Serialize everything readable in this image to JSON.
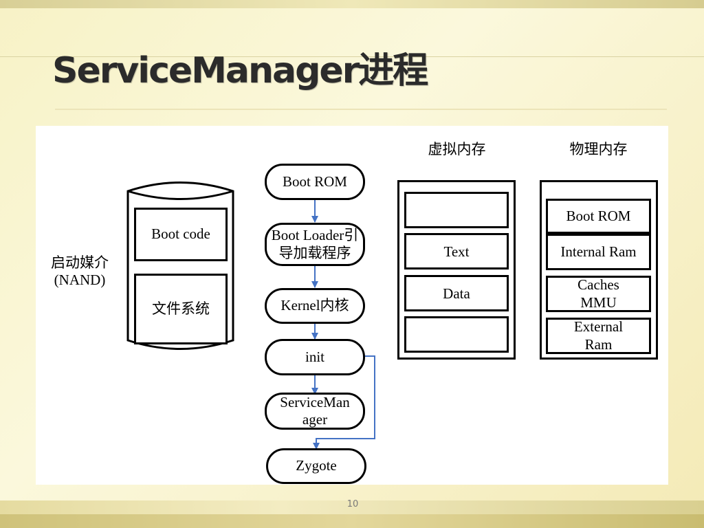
{
  "slide": {
    "title": "ServiceManager进程",
    "page_number": "10"
  },
  "diagram": {
    "storage": {
      "label_line1": "启动媒介",
      "label_line2": "(NAND)",
      "boot_code": "Boot code",
      "file_system": "文件系统"
    },
    "flow": {
      "boot_rom": "Boot ROM",
      "boot_loader_line1": "Boot Loader引",
      "boot_loader_line2": "导加载程序",
      "kernel": "Kernel内核",
      "init": "init",
      "service_manager_line1": "ServiceMan",
      "service_manager_line2": "ager",
      "zygote": "Zygote"
    },
    "virtual_memory": {
      "heading": "虚拟内存",
      "segments": [
        "",
        "Text",
        "Data",
        ""
      ]
    },
    "physical_memory": {
      "heading": "物理内存",
      "segments": [
        {
          "line1": "Boot ROM",
          "line2": ""
        },
        {
          "line1": "Internal Ram",
          "line2": ""
        },
        {
          "line1": "Caches",
          "line2": "MMU"
        },
        {
          "line1": "External",
          "line2": "Ram"
        }
      ]
    },
    "colors": {
      "arrow": "#4472c4",
      "outline": "#000000"
    }
  }
}
